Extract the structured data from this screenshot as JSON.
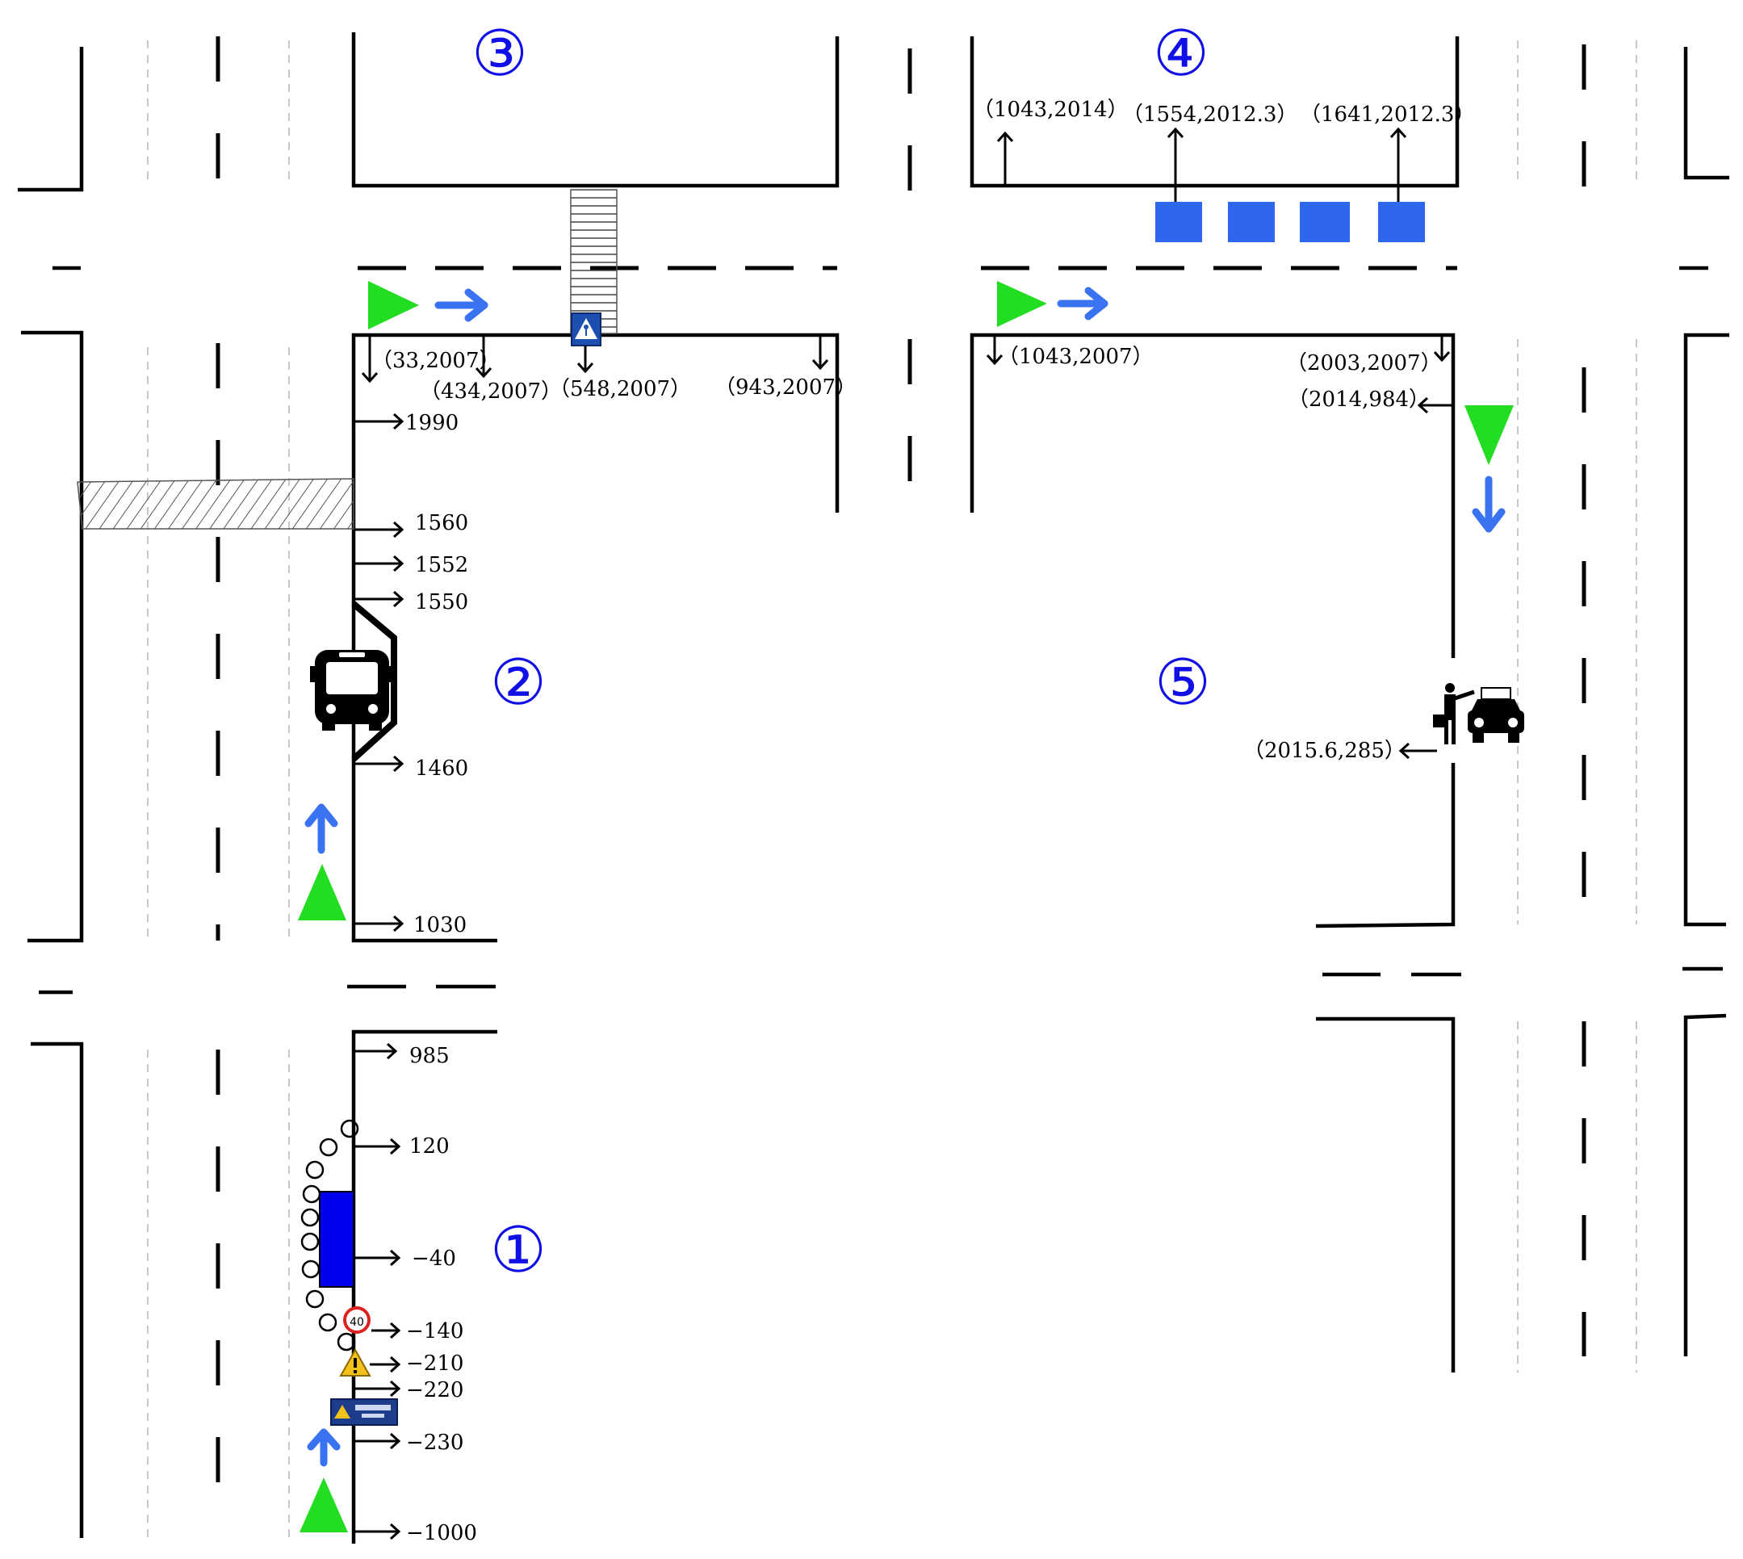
{
  "zones": [
    "①",
    "②",
    "③",
    "④",
    "⑤"
  ],
  "labels": {
    "m1990": "1990",
    "m1560": "1560",
    "m1552": "1552",
    "m1550": "1550",
    "m1460": "1460",
    "m1030": "1030",
    "m985": "985",
    "m120": "120",
    "m_40": "−40",
    "m_140": "−140",
    "m_210": "−210",
    "m_220": "−220",
    "m_230": "−230",
    "m_1000": "−1000",
    "p33_2007": "（33,2007）",
    "p434_2007": "（434,2007）",
    "p548_2007": "（548,2007）",
    "p943_2007": "（943,2007）",
    "p1043_2014": "（1043,2014）",
    "p1554_2012": "（1554,2012.3）",
    "p1641_2012": "（1641,2012.3）",
    "p1043_2007": "（1043,2007）",
    "p2003_2007": "（2003,2007）",
    "p2014_984": "（2014,984）",
    "p2015_285": "（2015.6,285）"
  },
  "colors": {
    "green_triangle": "#22dd22",
    "blue_arrow": "#3a73f2",
    "zone_number": "#1010e6",
    "blue_block": "#2f66ee",
    "work_zone": "#0000ee"
  }
}
